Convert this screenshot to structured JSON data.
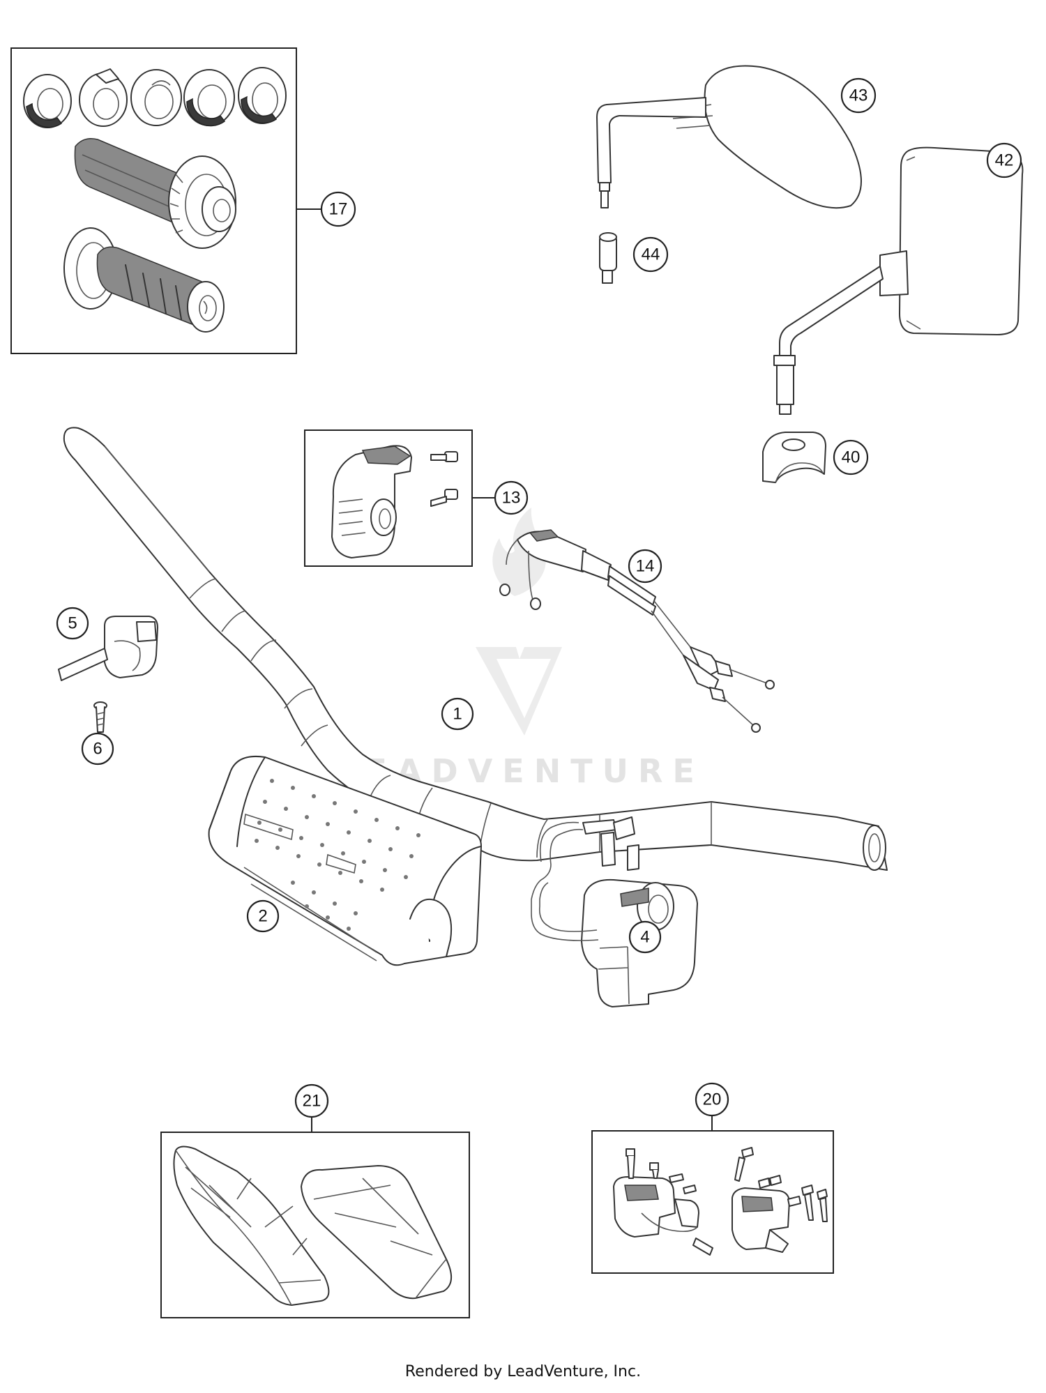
{
  "callouts": [
    "1",
    "2",
    "4",
    "5",
    "6",
    "13",
    "14",
    "17",
    "20",
    "21",
    "40",
    "42",
    "43",
    "44"
  ],
  "watermark": "LEADVENTURE",
  "footer": "Rendered by LeadVenture, Inc."
}
